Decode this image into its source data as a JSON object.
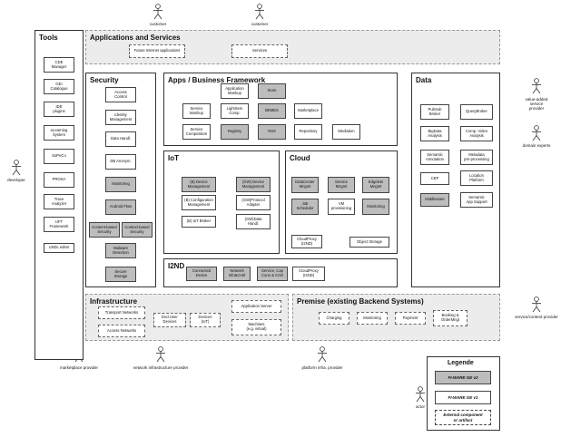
{
  "actors": {
    "customer_1": "customer",
    "customer_2": "customer",
    "developer": "developer",
    "value_added": "value-added\nservice provider",
    "domain_experts": "domain experts",
    "service_content": "service/content provider",
    "marketplace": "marketplace provider",
    "network_infra": "network infrastructure provider",
    "platform_infra": "platform infra. provider",
    "actor": "actor"
  },
  "tools": {
    "title": "Tools",
    "items": [
      "CDE\nManager",
      "GEI\nCatalogue",
      "IDE\nplugins",
      "eLearning\nSystem",
      "SoPeCo",
      "PROSA",
      "Trace\nAnalyzer",
      "UFT\nFramework",
      "USDL editor"
    ]
  },
  "apps_services": {
    "title": "Applications and Services",
    "future": "Future Internet applications",
    "services": "Services"
  },
  "security": {
    "title": "Security",
    "items": [
      "Access\nControl",
      "Identity\nManagement",
      "Data Handl.",
      "DB Anonym.",
      "Monitoring",
      "Android Flow",
      "Content-based\nSecurity",
      "Context-based\nSecurity",
      "Malware\nDetection",
      "Secure\nStorage"
    ]
  },
  "apps_framework": {
    "title": "Apps / Business Framework",
    "items": [
      "Application\nMashup",
      "Store",
      "Service\nMashup",
      "LightSem\nComp.",
      "BEMES",
      "Marketplace",
      "Service\nComposition",
      "Registry",
      "RSS",
      "Repository",
      "Mediation"
    ]
  },
  "iot": {
    "title": "IoT",
    "items": [
      "(B) Device\nManagement",
      "(GW) Device\nManagement",
      "(B) Configuration\nManagement",
      "(GW)Protocol\nAdapter",
      "(B) IoT Broker",
      "(GW)Data\nHandl."
    ]
  },
  "cloud": {
    "title": "Cloud",
    "items": [
      "DataCenter\nMngmt",
      "Service\nMngmt",
      "Edgelets\nMngmt",
      "Job\nScheduler",
      "VM\nprovisioning",
      "Monitoring",
      "CloudProxy\n(I2ND)",
      "Object Storage"
    ]
  },
  "i2nd": {
    "title": "I2ND",
    "items": [
      "Connected\nDevice",
      "Network\nInfo&Cntrl",
      "Service, Cap\nConn & Cntrl",
      "CloudProxy\n(I2ND)"
    ]
  },
  "data": {
    "title": "Data",
    "items": [
      "PubSub\nBroker",
      "QueryBroker",
      "BigData\nAnalysis",
      "Comp. Video\nAnalysis",
      "Semantic\nAnnotation",
      "Metadata\npre-processing",
      "CEP",
      "Location\nPlatform",
      "Middleware",
      "Semantic\nApp Support"
    ]
  },
  "infrastructure": {
    "title": "Infrastructure",
    "items": [
      "Transport Networks",
      "Access Networks",
      "End User\nDevices",
      "Devices\n(IoT)",
      "Application Server",
      "Machines\n(e.g. virtual)"
    ]
  },
  "premise": {
    "title": "Premise (existing Backend Systems)",
    "items": [
      "Charging",
      "Monitoring",
      "Payment",
      "Booking &\nOrderMngt"
    ]
  },
  "legend": {
    "title": "Legende",
    "items": [
      "FI-WARE GE v2",
      "FI-WARE GE v1",
      "External component\nor artifact"
    ]
  }
}
